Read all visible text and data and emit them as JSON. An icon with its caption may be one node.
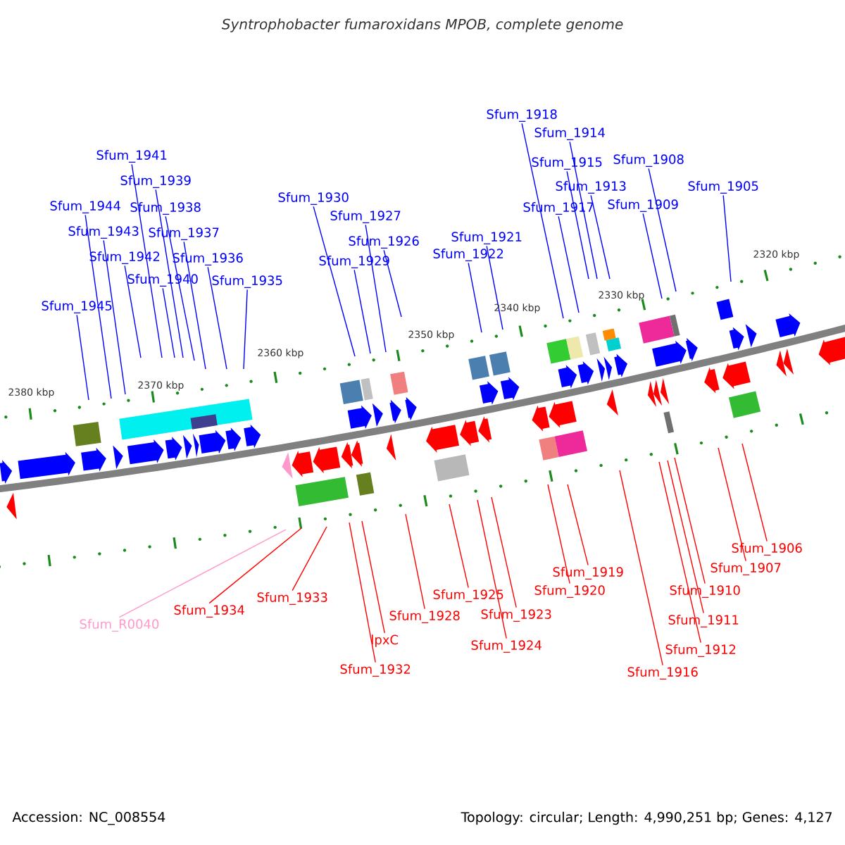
{
  "diagram": {
    "title": "Syntrophobacter fumaroxidans MPOB, complete genome",
    "nodes": [
      {
        "text": [
          "Sfum_1941"
        ]
      },
      {
        "text": [
          "Sfum_1939"
        ]
      },
      {
        "text": [
          "Sfum_1944"
        ]
      },
      {
        "text": [
          "Sfum_1938"
        ]
      },
      {
        "text": [
          "Sfum_1943"
        ]
      },
      {
        "text": [
          "Sfum_1937"
        ]
      },
      {
        "text": [
          "Sfum_1942"
        ]
      },
      {
        "text": [
          "Sfum_1936"
        ]
      },
      {
        "text": [
          "Sfum_1940"
        ]
      },
      {
        "text": [
          "Sfum_1935"
        ]
      },
      {
        "text": [
          "Sfum_1945"
        ]
      },
      {
        "text": [
          "Sfum_1930"
        ]
      },
      {
        "text": [
          "Sfum_1927"
        ]
      },
      {
        "text": [
          "Sfum_1926"
        ]
      },
      {
        "text": [
          "Sfum_1929"
        ]
      },
      {
        "text": [
          "Sfum_1918"
        ]
      },
      {
        "text": [
          "Sfum_1914"
        ]
      },
      {
        "text": [
          "Sfum_1915"
        ]
      },
      {
        "text": [
          "Sfum_1913"
        ]
      },
      {
        "text": [
          "Sfum_1908"
        ]
      },
      {
        "text": [
          "Sfum_1905"
        ]
      },
      {
        "text": [
          "Sfum_1909"
        ]
      },
      {
        "text": [
          "Sfum_1917"
        ]
      },
      {
        "text": [
          "Sfum_1921"
        ]
      },
      {
        "text": [
          "Sfum_1922"
        ]
      },
      {
        "text": [
          "Sfum_1906"
        ]
      },
      {
        "text": [
          "Sfum_1907"
        ]
      },
      {
        "text": [
          "Sfum_1919"
        ]
      },
      {
        "text": [
          "Sfum_1910"
        ]
      },
      {
        "text": [
          "Sfum_1920"
        ]
      },
      {
        "text": [
          "Sfum_1925"
        ]
      },
      {
        "text": [
          "Sfum_1933"
        ]
      },
      {
        "text": [
          "Sfum_1934"
        ]
      },
      {
        "text": [
          "Sfum_1923"
        ]
      },
      {
        "text": [
          "Sfum_1928"
        ]
      },
      {
        "text": [
          "Sfum_1911"
        ]
      },
      {
        "text": [
          "Sfum_R0040"
        ]
      },
      {
        "text": [
          "lpxC"
        ]
      },
      {
        "text": [
          "Sfum_1924"
        ]
      },
      {
        "text": [
          "Sfum_1912"
        ]
      },
      {
        "text": [
          "Sfum_1932"
        ]
      },
      {
        "text": [
          "Sfum_1916"
        ]
      }
    ],
    "edges": [
      {
        "from": 0,
        "to": null,
        "arrow": "none"
      },
      {
        "from": 1,
        "to": null,
        "arrow": "none"
      },
      {
        "from": 2,
        "to": null,
        "arrow": "none"
      },
      {
        "from": 3,
        "to": null,
        "arrow": "none"
      },
      {
        "from": 4,
        "to": null,
        "arrow": "none"
      },
      {
        "from": 5,
        "to": null,
        "arrow": "none"
      },
      {
        "from": 6,
        "to": null,
        "arrow": "none"
      },
      {
        "from": 7,
        "to": null,
        "arrow": "none"
      },
      {
        "from": 8,
        "to": null,
        "arrow": "none"
      },
      {
        "from": 9,
        "to": null,
        "arrow": "none"
      },
      {
        "from": 10,
        "to": null,
        "arrow": "none"
      },
      {
        "from": 11,
        "to": null,
        "arrow": "none"
      },
      {
        "from": 12,
        "to": null,
        "arrow": "none"
      },
      {
        "from": 13,
        "to": null,
        "arrow": "none"
      },
      {
        "from": 14,
        "to": null,
        "arrow": "none"
      },
      {
        "from": 15,
        "to": null,
        "arrow": "none"
      },
      {
        "from": 16,
        "to": null,
        "arrow": "none"
      },
      {
        "from": 17,
        "to": null,
        "arrow": "none"
      },
      {
        "from": 18,
        "to": null,
        "arrow": "none"
      },
      {
        "from": 19,
        "to": null,
        "arrow": "none"
      },
      {
        "from": 20,
        "to": null,
        "arrow": "none"
      },
      {
        "from": 21,
        "to": null,
        "arrow": "none"
      },
      {
        "from": 22,
        "to": null,
        "arrow": "none"
      },
      {
        "from": 23,
        "to": null,
        "arrow": "none"
      },
      {
        "from": 24,
        "to": null,
        "arrow": "none"
      },
      {
        "from": 25,
        "to": null,
        "arrow": "none",
        "color": "#ff0000"
      },
      {
        "from": 26,
        "to": null,
        "arrow": "none",
        "color": "#ff0000"
      },
      {
        "from": 27,
        "to": null,
        "arrow": "none",
        "color": "#ff0000"
      },
      {
        "from": 28,
        "to": null,
        "arrow": "none",
        "color": "#ff0000"
      },
      {
        "from": 29,
        "to": null,
        "arrow": "none",
        "color": "#ff0000"
      },
      {
        "from": 30,
        "to": null,
        "arrow": "none",
        "color": "#ff0000"
      },
      {
        "from": 31,
        "to": null,
        "arrow": "none",
        "color": "#ff0000"
      },
      {
        "from": 32,
        "to": null,
        "arrow": "none",
        "color": "#ff0000"
      },
      {
        "from": 33,
        "to": null,
        "arrow": "none",
        "color": "#ff0000"
      },
      {
        "from": 34,
        "to": null,
        "arrow": "none",
        "color": "#ff0000"
      },
      {
        "from": 35,
        "to": null,
        "arrow": "none",
        "color": "#ff0000"
      },
      {
        "from": 36,
        "to": null,
        "arrow": "none",
        "color": "#ff99cc"
      },
      {
        "from": 37,
        "to": null,
        "arrow": "none",
        "color": "#ff0000"
      },
      {
        "from": 38,
        "to": null,
        "arrow": "none",
        "color": "#ff0000"
      },
      {
        "from": 39,
        "to": null,
        "arrow": "none",
        "color": "#ff0000"
      },
      {
        "from": 40,
        "to": null,
        "arrow": "none",
        "color": "#ff0000"
      },
      {
        "from": 41,
        "to": null,
        "arrow": "none",
        "color": "#ff0000"
      }
    ],
    "labels": [
      "2320 kbp",
      "2330 kbp",
      "2340 kbp",
      "2350 kbp",
      "2360 kbp",
      "2370 kbp",
      "2380 kbp",
      "Accession: NC_008554",
      "Topology: circular; Length: 4,990,251 bp; Genes: 4,127"
    ]
  }
}
